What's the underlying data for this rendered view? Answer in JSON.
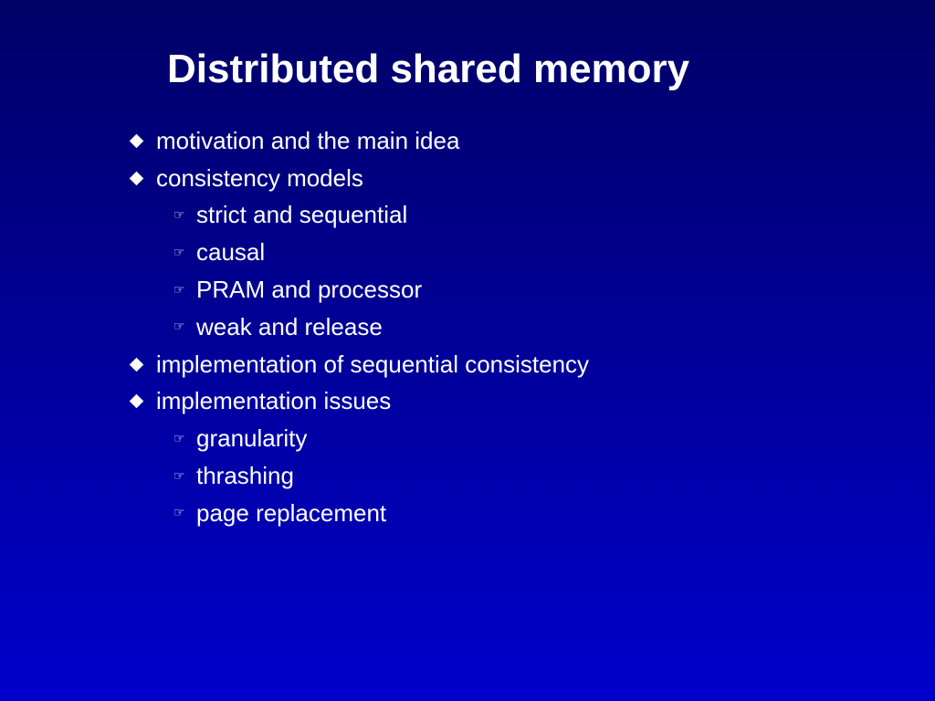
{
  "slide": {
    "title": "Distributed shared memory",
    "background": {
      "gradient_top": "#000066",
      "gradient_middle": "#000099",
      "gradient_bottom": "#0000CC"
    },
    "text_color": "#FFFFFF",
    "bullet_icons": {
      "level1": "diamond-bullet",
      "level2": "pointing-hand-bullet"
    },
    "items": [
      {
        "level": 1,
        "text": "motivation and the main idea"
      },
      {
        "level": 1,
        "text": "consistency models"
      },
      {
        "level": 2,
        "text": "strict and sequential"
      },
      {
        "level": 2,
        "text": "causal"
      },
      {
        "level": 2,
        "text": "PRAM and processor"
      },
      {
        "level": 2,
        "text": "weak and release"
      },
      {
        "level": 1,
        "text": "implementation of sequential consistency"
      },
      {
        "level": 1,
        "text": "implementation issues"
      },
      {
        "level": 2,
        "text": "granularity"
      },
      {
        "level": 2,
        "text": "thrashing"
      },
      {
        "level": 2,
        "text": "page replacement"
      }
    ]
  }
}
